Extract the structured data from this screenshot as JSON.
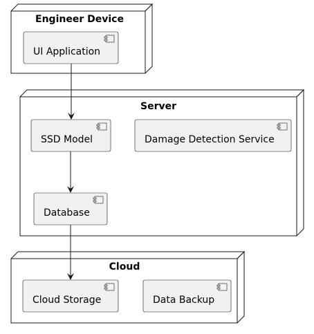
{
  "nodes": {
    "engineer_device": {
      "title": "Engineer Device"
    },
    "server": {
      "title": "Server"
    },
    "cloud": {
      "title": "Cloud"
    }
  },
  "components": {
    "ui_application": "UI Application",
    "ssd_model": "SSD Model",
    "damage_detection_service": "Damage Detection Service",
    "database": "Database",
    "cloud_storage": "Cloud Storage",
    "data_backup": "Data Backup"
  },
  "edges": [
    {
      "from": "UI Application",
      "to": "SSD Model"
    },
    {
      "from": "SSD Model",
      "to": "Database"
    },
    {
      "from": "Database",
      "to": "Cloud Storage"
    }
  ],
  "colors": {
    "component_fill": "#f1f1f1",
    "border": "#181818",
    "background": "#ffffff"
  }
}
